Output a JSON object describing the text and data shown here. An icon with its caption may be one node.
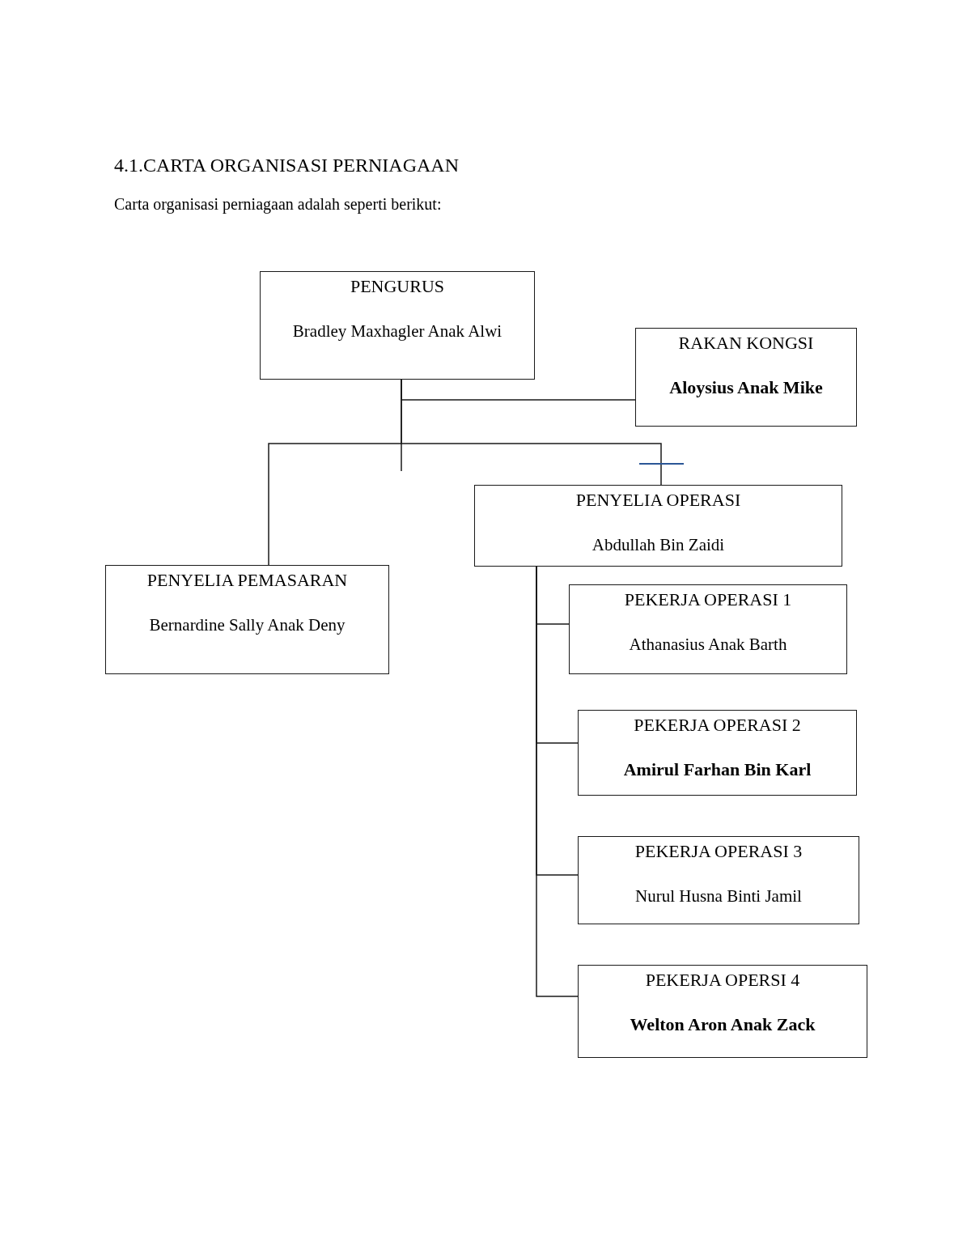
{
  "diagram": {
    "title": "4.1.CARTA ORGANISASI PERNIAGAAN",
    "nodes": [
      {
        "text": [
          "PENGURUS",
          "Bradley Maxhagler Anak Alwi"
        ]
      },
      {
        "text": [
          "RAKAN KONGSI",
          "Aloysius Anak Mike"
        ]
      },
      {
        "text": [
          "PENYELIA OPERASI",
          "Abdullah Bin Zaidi"
        ]
      },
      {
        "text": [
          "PENYELIA PEMASARAN",
          "Bernardine Sally Anak Deny"
        ]
      },
      {
        "text": [
          "PEKERJA OPERASI 1",
          "Athanasius Anak Barth"
        ]
      },
      {
        "text": [
          "PEKERJA OPERASI 2",
          "Amirul Farhan Bin Karl"
        ]
      },
      {
        "text": [
          "PEKERJA OPERASI 3",
          "Nurul Husna Binti Jamil"
        ]
      },
      {
        "text": [
          "PEKERJA OPERSI 4",
          "Welton Aron Anak Zack"
        ]
      }
    ],
    "edges": [
      {
        "from": 0,
        "to": 1,
        "arrow": "none"
      },
      {
        "from": 0,
        "to": 3,
        "arrow": "none"
      },
      {
        "from": 0,
        "to": 2,
        "arrow": "none"
      },
      {
        "from": 2,
        "to": 4,
        "arrow": "none"
      },
      {
        "from": 2,
        "to": 5,
        "arrow": "none"
      },
      {
        "from": 2,
        "to": 6,
        "arrow": "none"
      },
      {
        "from": 2,
        "to": 7,
        "arrow": "none"
      }
    ],
    "labels": [
      "Carta organisasi perniagaan adalah seperti berikut:"
    ]
  }
}
